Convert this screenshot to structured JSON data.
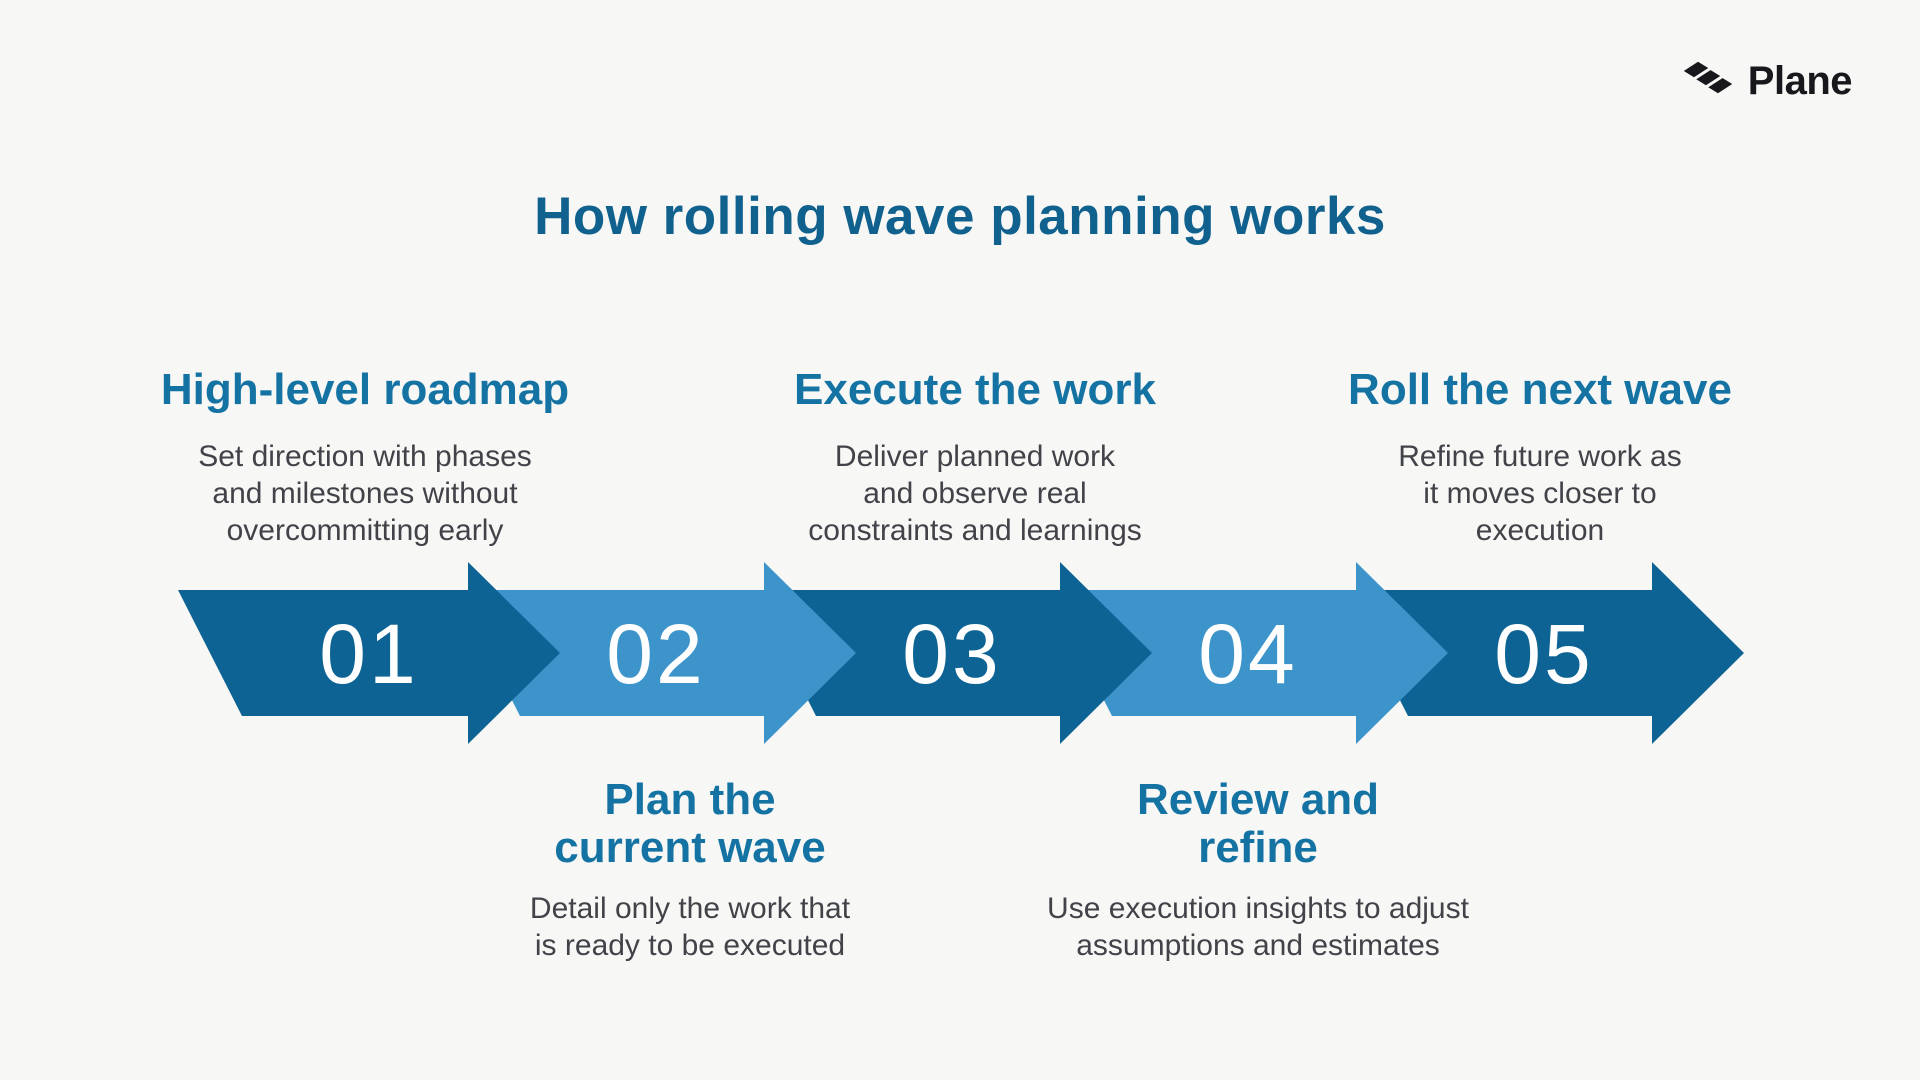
{
  "page": {
    "background": "#F7F7F5"
  },
  "logo": {
    "brand": "Plane",
    "icon": "plane-layered-mark-icon",
    "color": "#17171C"
  },
  "title": "How rolling wave planning works",
  "colors": {
    "title_text": "#11618F",
    "heading_text": "#1573A4",
    "body_text": "#414349",
    "dark_arrow": "#0D6394",
    "light_arrow": "#3D94CB",
    "number_text": "#FFFFFF"
  },
  "steps": [
    {
      "number": "01",
      "arrow_color": "dark",
      "label_position": "above",
      "heading_lines": [
        "High-level roadmap"
      ],
      "desc_lines": [
        "Set direction with phases",
        "and milestones without",
        "overcommitting early"
      ]
    },
    {
      "number": "02",
      "arrow_color": "light",
      "label_position": "below",
      "heading_lines": [
        "Plan the",
        "current wave"
      ],
      "desc_lines": [
        "Detail only the work that",
        "is ready to be executed"
      ]
    },
    {
      "number": "03",
      "arrow_color": "dark",
      "label_position": "above",
      "heading_lines": [
        "Execute the work"
      ],
      "desc_lines": [
        "Deliver planned work",
        "and observe real",
        "constraints and learnings"
      ]
    },
    {
      "number": "04",
      "arrow_color": "light",
      "label_position": "below",
      "heading_lines": [
        "Review and",
        "refine"
      ],
      "desc_lines": [
        "Use execution insights to adjust",
        "assumptions and estimates"
      ]
    },
    {
      "number": "05",
      "arrow_color": "dark",
      "label_position": "above",
      "heading_lines": [
        "Roll the next wave"
      ],
      "desc_lines": [
        "Refine future work as",
        "it moves closer to",
        "execution"
      ]
    }
  ]
}
